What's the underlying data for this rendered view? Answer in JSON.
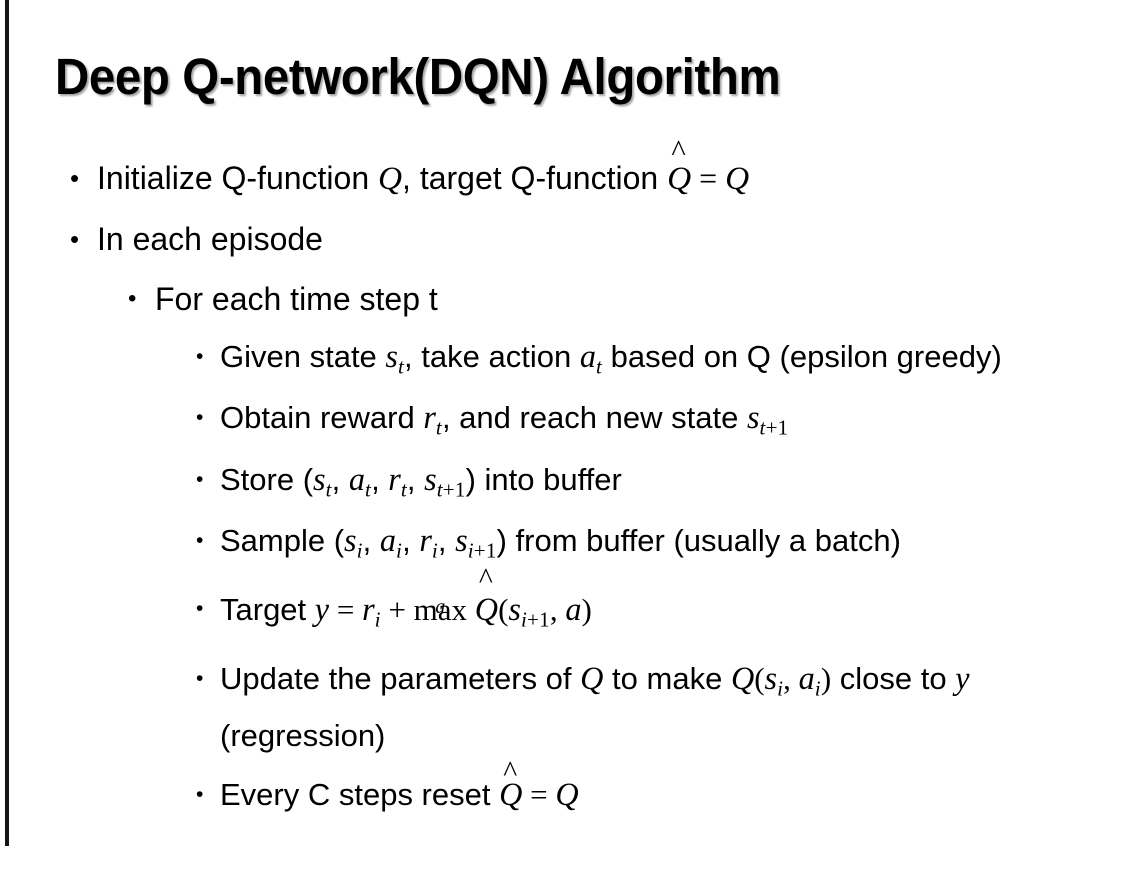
{
  "slide": {
    "title": "Deep Q-network(DQN) Algorithm",
    "background_color": "#ffffff",
    "text_color": "#000000",
    "accent_bar_color": "#141414",
    "bullet_glyph": "•"
  },
  "content": {
    "l1_initialize": {
      "pre": "Initialize Q-function ",
      "q1": "Q",
      "mid": ", target Q-function ",
      "qhat": "Q",
      "hat": "^",
      "equals": "=",
      "q2": "Q"
    },
    "l1_in_each_episode": "In each episode",
    "l2_for_each_time_step": "For each time step t",
    "l3_given_state": {
      "pre": "Given state ",
      "s": "s",
      "s_sub": "t",
      "mid": ", take action ",
      "a": "a",
      "a_sub": "t",
      "post": " based on Q (epsilon greedy)"
    },
    "l3_obtain_reward": {
      "pre": "Obtain reward ",
      "r": "r",
      "r_sub": "t",
      "mid": ", and reach new state ",
      "s": "s",
      "s_sub_var": "t",
      "s_sub_op": "+",
      "s_sub_num": "1"
    },
    "l3_store": {
      "pre": "Store (",
      "s1": "s",
      "s1_sub": "t",
      "c1": ", ",
      "a": "a",
      "a_sub": "t",
      "c2": ", ",
      "r": "r",
      "r_sub": "t",
      "c3": ", ",
      "s2": "s",
      "s2_sub_var": "t",
      "s2_sub_op": "+",
      "s2_sub_num": "1",
      "post": ") into buffer"
    },
    "l3_sample": {
      "pre": "Sample (",
      "s1": "s",
      "s1_sub": "i",
      "c1": ", ",
      "a": "a",
      "a_sub": "i",
      "c2": ", ",
      "r": "r",
      "r_sub": "i",
      "c3": ", ",
      "s2": "s",
      "s2_sub_var": "i",
      "s2_sub_op": "+",
      "s2_sub_num": "1",
      "post": ") from buffer (usually a batch)"
    },
    "l3_target": {
      "pre": "Target ",
      "y": "y",
      "equals": "=",
      "r": "r",
      "r_sub": "i",
      "plus": "+",
      "max": "max",
      "max_limit": "a",
      "qhat": "Q",
      "hat": "^",
      "open": "(",
      "s": "s",
      "s_sub_var": "i",
      "s_sub_op": "+",
      "s_sub_num": "1",
      "comma": ", ",
      "a": "a",
      "close": ")"
    },
    "l3_update": {
      "pre": "Update the parameters of ",
      "q1": "Q",
      "mid": " to make ",
      "q2": "Q",
      "open": "(",
      "s": "s",
      "s_sub": "i",
      "comma": ", ",
      "a": "a",
      "a_sub": "i",
      "close": ")",
      "post": " close to ",
      "y": "y",
      "tail": " (regression)"
    },
    "l3_every_c": {
      "pre": "Every C steps reset ",
      "qhat": "Q",
      "hat": "^",
      "equals": "=",
      "q": "Q"
    }
  }
}
